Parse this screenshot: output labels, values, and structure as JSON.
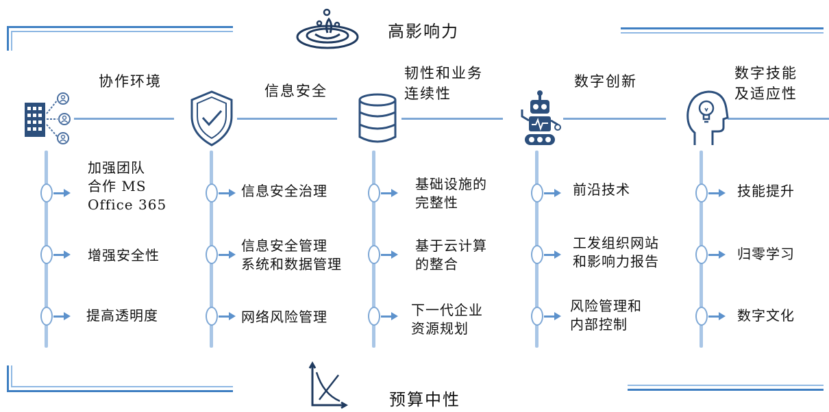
{
  "top_title": "高影响力",
  "bottom_title": "预算中性",
  "columns": [
    {
      "title": "协作环境",
      "icon": "building-network-icon",
      "items": [
        "加强团队\n合作 MS\nOffice 365",
        "增强安全性",
        "提高透明度"
      ]
    },
    {
      "title": "信息安全",
      "icon": "shield-check-icon",
      "items": [
        "信息安全治理",
        "信息安全管理\n系统和数据管理",
        "网络风险管理"
      ]
    },
    {
      "title": "韧性和业务\n连续性",
      "icon": "database-icon",
      "items": [
        "基础设施的\n完整性",
        "基于云计算\n的整合",
        "下一代企业\n资源规划"
      ]
    },
    {
      "title": "数字创新",
      "icon": "robot-icon",
      "items": [
        "前沿技术",
        "工发组织网站\n和影响力报告",
        "风险管理和\n内部控制"
      ]
    },
    {
      "title": "数字技能\n及适应性",
      "icon": "head-lightbulb-icon",
      "items": [
        "技能提升",
        "归零学习",
        "数字文化"
      ]
    }
  ],
  "colors": {
    "accent": "#3f7fc2",
    "line": "#7da7d5",
    "light": "#a9c6e6"
  }
}
